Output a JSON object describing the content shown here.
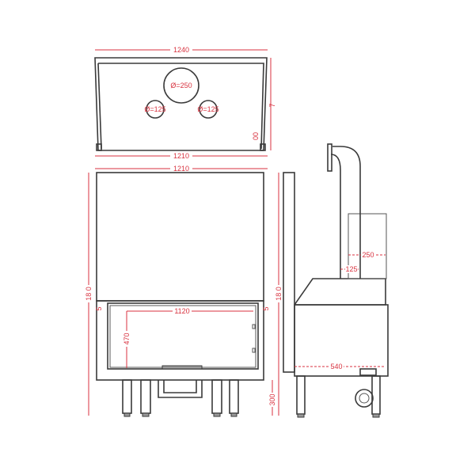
{
  "drawing": {
    "top_view": {
      "width_outer": "1240",
      "flue_main": "Ø=250",
      "flue_left": "Ø=125",
      "flue_right": "Ø=125",
      "depth_label_a": "7",
      "depth_label_b": "00",
      "width_bottom": "1210"
    },
    "front_view": {
      "width": "1210",
      "height": "18 0",
      "glass_width": "1120",
      "glass_height": "470",
      "margin_left": "5",
      "margin_right": "5",
      "leg_height": "300"
    },
    "side_view": {
      "height": "18 0",
      "flue_offset": "250",
      "flue_offset_small": "125",
      "depth": "540"
    },
    "colors": {
      "line": "#3a3a3a",
      "dimension": "#d8323f"
    }
  }
}
